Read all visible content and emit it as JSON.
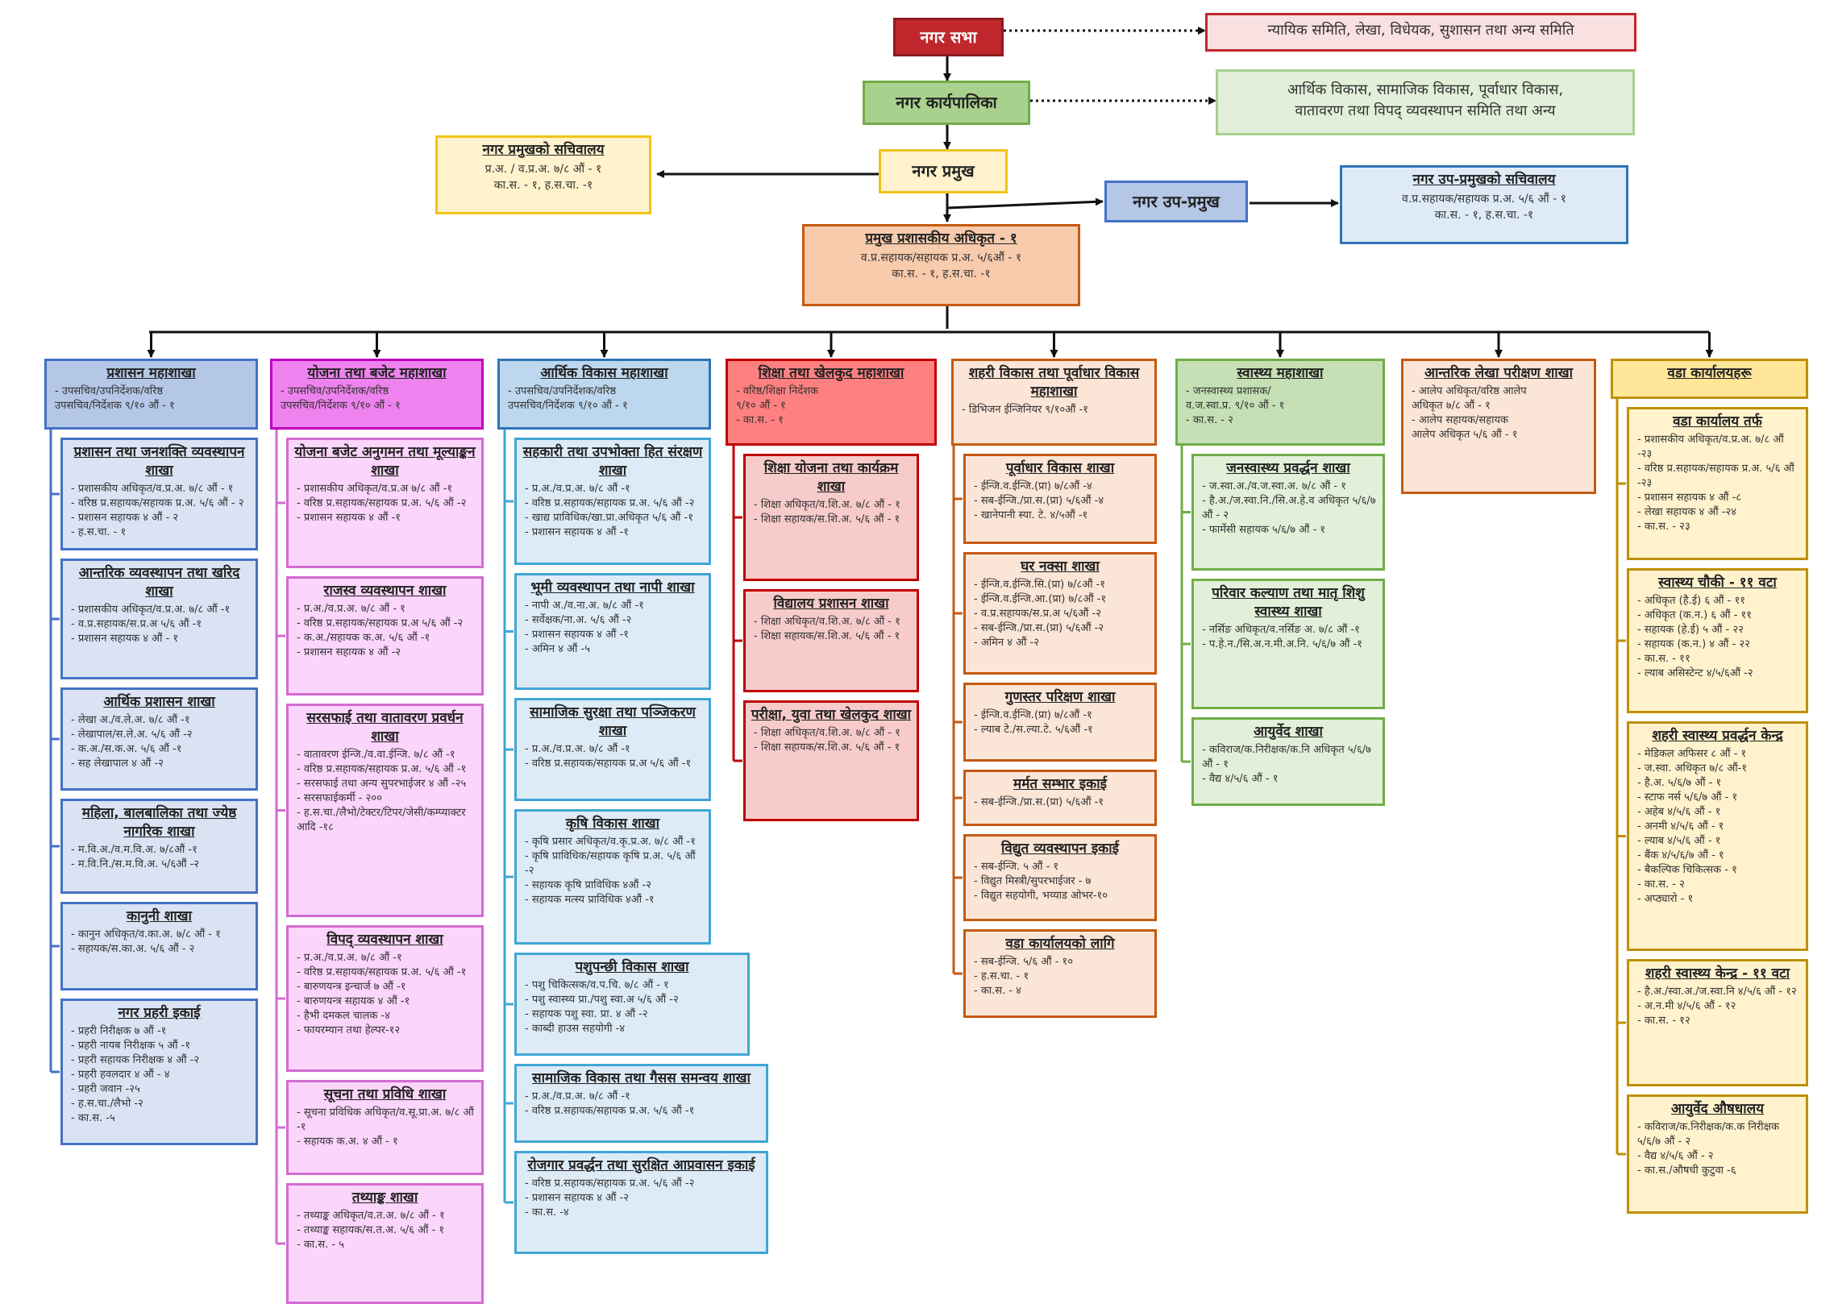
{
  "top": {
    "council": "नगर सभा",
    "council_committees": "न्यायिक समिति, लेखा, विधेयक, सुशासन तथा अन्य समिति",
    "executive": "नगर कार्यपालिका",
    "executive_committees": [
      "आर्थिक विकास, सामाजिक विकास, पूर्वाधार विकास,",
      "वातावरण तथा विपद् व्यवस्थापन समिति तथा अन्य"
    ],
    "mayor": "नगर प्रमुख",
    "mayor_secretariat": {
      "title": "नगर प्रमुखको सचिवालय",
      "lines": [
        "प्र.अ. / व.प्र.अ. ७/८ औं - १",
        "का.स. - १, ह.स.चा. -१"
      ]
    },
    "deputy_mayor": "नगर उप-प्रमुख",
    "deputy_secretariat": {
      "title": "नगर उप-प्रमुखको सचिवालय",
      "lines": [
        "व.प्र.सहायक/सहायक प्र.अ. ५/६ औं - १",
        "का.स. - १, ह.स.चा. -१"
      ]
    },
    "cao": {
      "title": "प्रमुख प्रशासकीय अधिकृत - १",
      "lines": [
        "व.प्र.सहायक/सहायक प्र.अ. ५/६औं - १",
        "का.स. - १, ह.स.चा. -१"
      ]
    }
  },
  "columns": [
    {
      "head": {
        "title": "प्रशासन महाशाखा",
        "lines": [
          "- उपसचिव/उपनिर्देशक/वरिष्ठ",
          "उपसचिव/निर्देशक ९/१० औं - १"
        ]
      },
      "branches": [
        {
          "title": "प्रशासन तथा जनशक्ति व्यवस्थापन शाखा",
          "lines": [
            "- प्रशासकीय अधिकृत/व.प्र.अ. ७/८ औं - १",
            "- वरिष्ठ प्र.सहायक/सहायक प्र.अ. ५/६ औं - २",
            "- प्रशासन सहायक ४ औं - २",
            "- ह.स.चा. - १"
          ]
        },
        {
          "title": "आन्तरिक व्यवस्थापन तथा खरिद शाखा",
          "lines": [
            "- प्रशासकीय अधिकृत/व.प्र.अ. ७/८ औं -१",
            "- व.प्र.सहायक/स.प्र.अ ५/६ औं -१",
            "- प्रशासन सहायक ४ औं - १"
          ]
        },
        {
          "title": "आर्थिक प्रशासन शाखा",
          "lines": [
            "- लेखा अ./व.ले.अ. ७/८ औं -१",
            "- लेखापाल/स.ले.अ. ५/६ औं -२",
            "- क.अ./स.क.अ. ५/६ औं -१",
            "- सह लेखापाल ४ औं -२"
          ]
        },
        {
          "title": "महिला, बालबालिका तथा ज्येष्ठ नागरिक शाखा",
          "lines": [
            "- म.वि.अ./व.म.वि.अ. ७/८औं -१",
            "- म.वि.नि./स.म.वि.अ. ५/६औं -२"
          ]
        },
        {
          "title": "कानुनी शाखा",
          "lines": [
            "- कानुन अधिकृत/व.का.अ. ७/८ औं - १",
            "- सहायक/स.का.अ. ५/६ औं - २"
          ]
        },
        {
          "title": "नगर प्रहरी इकाई",
          "lines": [
            "- प्रहरी निरीक्षक ७ औं -१",
            "- प्रहरी नायब निरीक्षक ५ औं -१",
            "- प्रहरी सहायक निरीक्षक ४ औं -२",
            "- प्रहरी हवलदार ४ औं - ४",
            "- प्रहरी जवान -२५",
            "- ह.स.चा./लैभो -२",
            "- का.स. -५"
          ]
        }
      ]
    },
    {
      "head": {
        "title": "योजना तथा बजेट महाशाखा",
        "lines": [
          "- उपसचिव/उपनिर्देशक/वरिष्ठ",
          "उपसचिव/निर्देशक ९/१० औं - १"
        ]
      },
      "branches": [
        {
          "title": "योजना बजेट अनुगमन तथा मूल्याङ्कन शाखा",
          "lines": [
            "- प्रशासकीय अधिकृत/व.प्र.अ ७/८ औं -१",
            "- वरिष्ठ प्र.सहायक/सहायक प्र.अ. ५/६ औं -२",
            "- प्रशासन सहायक ४ औं -१"
          ]
        },
        {
          "title": "राजस्व व्यवस्थापन शाखा",
          "lines": [
            "- प्र.अ./व.प्र.अ. ७/८ औं - १",
            "- वरिष्ठ प्र.सहायक/सहायक प्र.अ ५/६ औं -२",
            "- क.अ./सहायक क.अ. ५/६ औं -१",
            "- प्रशासन सहायक ४ औं -२"
          ]
        },
        {
          "title": "सरसफाई तथा वातावरण प्रवर्धन शाखा",
          "lines": [
            "- वातावरण ईन्जि./व.वा.ईन्जि. ७/८ औं -१",
            "- वरिष्ठ प्र.सहायक/सहायक प्र.अ. ५/६ औं -१",
            "- सरसफाई तथा अन्य सुपरभाईजर ४ औं -२५",
            "- सरसफाईकर्मी - २००",
            "- ह.स.चा./लैभो/टेक्टर/टिपर/जेसी/कम्प्याक्टर आदि -१८"
          ]
        },
        {
          "title": "विपद् व्यवस्थापन शाखा",
          "lines": [
            "- प्र.अ./व.प्र.अ. ७/८ औं -१",
            "- वरिष्ठ प्र.सहायक/सहायक प्र.अ. ५/६ औं -१",
            "- बारुणयन्त्र इन्चार्ज ७ औं -१",
            "- बारुणयन्त्र सहायक ४ औं -१",
            "- हैभी दमकल चालक -४",
            "- फायरम्यान तथा हेल्पर-१२"
          ]
        },
        {
          "title": "सूचना तथा प्रविधि शाखा",
          "lines": [
            "- सूचना प्रविधिक अधिकृत/व.सू.प्रा.अ. ७/८ औं -१",
            "- सहायक क.अ. ४ औं - १"
          ]
        },
        {
          "title": "तथ्याङ्क शाखा",
          "lines": [
            "- तथ्याङ्क अधिकृत/व.त.अ. ७/८ औं - १",
            "- तथ्याङ्क सहायक/स.त.अ. ५/६ औं - १",
            "- का.स. - ५"
          ]
        }
      ]
    },
    {
      "head": {
        "title": "आर्थिक विकास महाशाखा",
        "lines": [
          "- उपसचिव/उपनिर्देशक/वरिष्ठ",
          "उपसचिव/निर्देशक ९/१० औं - १"
        ]
      },
      "branches": [
        {
          "title": "सहकारी तथा उपभोक्ता हित संरक्षण शाखा",
          "lines": [
            "- प्र.अ./व.प्र.अ. ७/८ औं -१",
            "- वरिष्ठ प्र.सहायक/सहायक प्र.अ. ५/६ औं -२",
            "- खाद्य प्राविधिक/खा.प्रा.अधिकृत ५/६ औं -१",
            "- प्रशासन सहायक ४ औं -१"
          ]
        },
        {
          "title": "भूमी व्यवस्थापन तथा नापी शाखा",
          "lines": [
            "- नापी अ./व.ना.अ. ७/८ औं -१",
            "- सर्वेक्षक/ना.अ. ५/६ औं -२",
            "- प्रशासन सहायक ४ औं -१",
            "- अमिन ४ औं -५"
          ]
        },
        {
          "title": "सामाजिक सुरक्षा तथा पञ्जिकरण शाखा",
          "lines": [
            "- प्र.अ./व.प्र.अ. ७/८ औं -१",
            "- वरिष्ठ प्र.सहायक/सहायक प्र.अ ५/६ औं -१"
          ]
        },
        {
          "title": "कृषि विकास शाखा",
          "lines": [
            "- कृषि प्रसार अधिकृत/व.कृ.प्र.अ. ७/८ औं -१",
            "- कृषि प्राविधिक/सहायक कृषि प्र.अ. ५/६ औं -२",
            "- सहायक कृषि प्राविधिक ४औं -२",
            "- सहायक मत्स्य प्राविधिक ४औं -१"
          ]
        },
        {
          "title": "पशुपन्छी विकास शाखा",
          "lines": [
            "- पशु चिकित्सक/व.प.चि. ७/८ औं - १",
            "- पशु स्वास्थ्य प्रा./पशु स्वा.अ ५/६ औं -२",
            "- सहायक पशु स्वा. प्रा. ४ औं -२",
            "- काब्दी हाउस सहयोगी -४"
          ]
        },
        {
          "title": "सामाजिक विकास तथा गैसस समन्वय शाखा",
          "lines": [
            "- प्र.अ./व.प्र.अ. ७/८ औं -१",
            "- वरिष्ठ प्र.सहायक/सहायक प्र.अ. ५/६ औं -१"
          ]
        },
        {
          "title": "रोजगार प्रवर्द्धन तथा सुरक्षित आप्रवासन इकाई",
          "lines": [
            "- वरिष्ठ प्र.सहायक/सहायक प्र.अ. ५/६ औं -२",
            "- प्रशासन सहायक ४ औं -२",
            "- का.स. -४"
          ]
        }
      ]
    },
    {
      "head": {
        "title": "शिक्षा तथा खेलकुद महाशाखा",
        "lines": [
          "- वरिष्ठ/शिक्षा निर्देशक",
          "९/१० औं - १",
          "- का.स. - १"
        ]
      },
      "branches": [
        {
          "title": "शिक्षा योजना तथा कार्यक्रम शाखा",
          "lines": [
            "- शिक्षा अधिकृत/व.शि.अ. ७/८ औं - १",
            "- शिक्षा सहायक/स.शि.अ. ५/६ औं - १"
          ]
        },
        {
          "title": "विद्यालय प्रशासन शाखा",
          "lines": [
            "- शिक्षा अधिकृत/व.शि.अ. ७/८ औं - १",
            "- शिक्षा सहायक/स.शि.अ. ५/६ औं - १"
          ]
        },
        {
          "title": "परीक्षा, युवा तथा खेलकुद शाखा",
          "lines": [
            "- शिक्षा अधिकृत/व.शि.अ. ७/८ औं - १",
            "- शिक्षा सहायक/स.शि.अ. ५/६ औं - १"
          ]
        }
      ]
    },
    {
      "head": {
        "title": "शहरी विकास तथा पूर्वाधार विकास महाशाखा",
        "lines": [
          "- डिभिजन ईन्जिनियर ९/१०औं -१"
        ]
      },
      "branches": [
        {
          "title": "पूर्वाधार विकास शाखा",
          "lines": [
            "- ईन्जि.व.ईन्जि.(प्रा) ७/८औं -४",
            "- सब-ईन्जि./प्रा.स.(प्रा) ५/६औं -४",
            "- खानेपानी स्या. टे. ४/५औं -१"
          ]
        },
        {
          "title": "घर नक्सा शाखा",
          "lines": [
            "- ईन्जि.व.ईन्जि.सि.(प्रा) ७/८औं -१",
            "- ईन्जि.व.ईन्जि.आ.(प्रा) ७/८औं -१",
            "- व.प्र.सहायक/स.प्र.अ ५/६औं -२",
            "- सब-ईन्जि./प्रा.स.(प्रा) ५/६औं -२",
            "- अमिन ४ औं -२"
          ]
        },
        {
          "title": "गुणस्तर परिक्षण शाखा",
          "lines": [
            "- ईन्जि.व.ईन्जि.(प्रा) ७/८औं -१",
            "- ल्याब टे./स.ल्या.टे. ५/६औं -१"
          ]
        },
        {
          "title": "मर्मत सम्भार इकाई",
          "lines": [
            "- सब-ईन्जि./प्रा.स.(प्रा) ५/६औं -१"
          ]
        },
        {
          "title": "विद्युत व्यवस्थापन इकाई",
          "lines": [
            "- सब-ईन्जि. ५ औं - १",
            "- विद्युत मिस्त्री/सुपरभाईजर - ७",
            "- विद्युत सहयोगी, भय्याड ओभर-१०"
          ]
        },
        {
          "title": "वडा कार्यालयको लागि",
          "lines": [
            "- सब-ईन्जि. ५/६ औं - १०",
            "- ह.स.चा. - १",
            "- का.स. - ४"
          ]
        }
      ]
    },
    {
      "head": {
        "title": "स्वास्थ्य महाशाखा",
        "lines": [
          "- जनस्वास्थ्य प्रशासक/",
          "व.ज.स्वा.प्र. ९/१० औं - १",
          "- का.स. - २"
        ]
      },
      "branches": [
        {
          "title": "जनस्वास्थ्य प्रवर्द्धन शाखा",
          "lines": [
            "- ज.स्वा.अ./व.ज.स्वा.अ. ७/८ औं - १",
            "- है.अ./ज.स्वा.नि./सि.अ.हे.व अधिकृत ५/६/७ औं - २",
            "- फार्मेसी सहायक ५/६/७ औं - १"
          ]
        },
        {
          "title": "परिवार कल्याण तथा मातृ शिशु स्वास्थ्य शाखा",
          "lines": [
            "- नर्सिङ अधिकृत/व.नर्सिङ अ. ७/८ औं -१",
            "- प.हे.न./सि.अ.न.मी.अ.नि. ५/६/७ औं -१"
          ]
        },
        {
          "title": "आयुर्वेद शाखा",
          "lines": [
            "- कविराज/क.निरीक्षक/क.नि अधिकृत ५/६/७ औं - १",
            "- वैद्य ४/५/६ औं - १"
          ]
        }
      ]
    },
    {
      "head": {
        "title": "आन्तरिक लेखा परीक्षण शाखा",
        "lines": [
          "- आलेप अधिकृत/वरिष्ठ आलेप",
          "अधिकृत ७/८ औं - १",
          "- आलेप सहायक/सहायक",
          "आलेप अधिकृत ५/६ औं - १"
        ]
      },
      "branches": []
    },
    {
      "head": {
        "title": "वडा कार्यालयहरू",
        "lines": []
      },
      "branches": [
        {
          "title": "वडा कार्यालय तर्फ",
          "lines": [
            "- प्रशासकीय अधिकृत/व.प्र.अ. ७/८ औं -२३",
            "- वरिष्ठ प्र.सहायक/सहायक प्र.अ. ५/६ औं -२३",
            "- प्रशासन सहायक ४ औं -८",
            "- लेखा सहायक ४ औं -२४",
            "- का.स. - २३"
          ]
        },
        {
          "title": "स्वास्थ्य चौकी - ११ वटा",
          "lines": [
            "- अधिकृत (है.ई) ६ औं - ११",
            "- अधिकृत (क.न.) ६ औं - ११",
            "- सहायक (हे.ई) ५ औं - २२",
            "- सहायक (क.न.) ४ औं - २२",
            "- का.स. - ११",
            "- ल्याब असिस्टेन्ट ४/५/६औं -२"
          ]
        },
        {
          "title": "शहरी स्वास्थ्य प्रवर्द्धन केन्द्र",
          "lines": [
            "- मेडिकल अफिसर ८ औं - १",
            "- ज.स्वा. अधिकृत ७/८ औं-१",
            "- है.अ. ५/६/७ औं - १",
            "- स्टाफ नर्स ५/६/७ औं - १",
            "- अहेब ४/५/६ औं - १",
            "- अनमी ४/५/६ औं - १",
            "- ल्याब ४/५/६ औं - १",
            "- बैंक ४/५/६/७ औं - १",
            "- बैकल्पिक चिकित्सक - १",
            "- का.स. - २",
            "- अप्ठ्यारो - १"
          ]
        },
        {
          "title": "शहरी स्वास्थ्य केन्द्र - ११ वटा",
          "lines": [
            "- है.अ./स्वा.अ./ज.स्वा.नि ४/५/६ औं - १२",
            "- अ.न.मी ४/५/६ औं - १२",
            "- का.स. - १२"
          ]
        },
        {
          "title": "आयुर्वेद औषधालय",
          "lines": [
            "- कविराज/क.निरीक्षक/क.क निरीक्षक ५/६/७ औं - २",
            "- वैद्य ४/५/६ औं - २",
            "- का.स./औषधी कुटुवा -६"
          ]
        }
      ]
    }
  ]
}
